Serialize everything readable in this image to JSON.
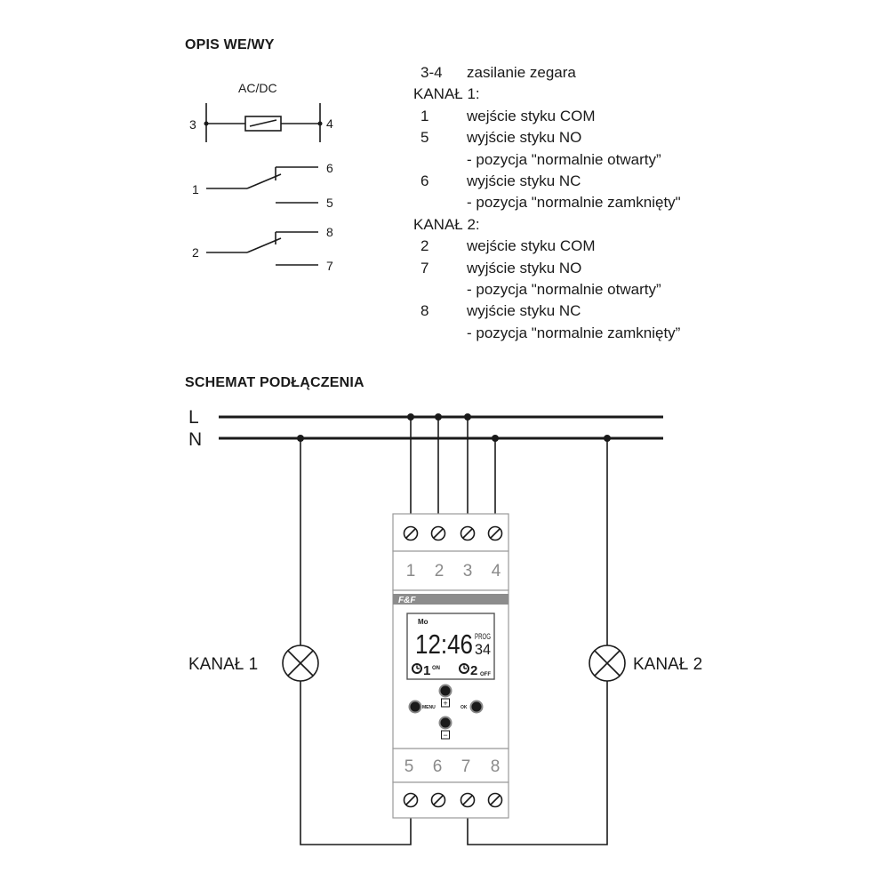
{
  "opis": {
    "heading": "OPIS WE/WY",
    "symbol": {
      "acdc": "AC/DC",
      "pins": [
        "3",
        "4",
        "6",
        "1",
        "5",
        "8",
        "2",
        "7"
      ]
    },
    "rows": [
      {
        "type": "pin",
        "pin": "3-4",
        "text": "zasilanie zegara"
      },
      {
        "type": "kanal",
        "text": "KANAŁ 1:"
      },
      {
        "type": "pin",
        "pin": "1",
        "text": "wejście styku COM"
      },
      {
        "type": "pin",
        "pin": "5",
        "text": "wyjście styku NO"
      },
      {
        "type": "sub",
        "text": "- pozycja \"normalnie otwarty”"
      },
      {
        "type": "pin",
        "pin": "6",
        "text": "wyjście styku NC"
      },
      {
        "type": "sub",
        "text": "- pozycja \"normalnie zamknięty\""
      },
      {
        "type": "kanal",
        "text": "KANAŁ 2:"
      },
      {
        "type": "pin",
        "pin": "2",
        "text": "wejście styku COM"
      },
      {
        "type": "pin",
        "pin": "7",
        "text": "wyjście styku NO"
      },
      {
        "type": "sub",
        "text": "- pozycja \"normalnie otwarty”"
      },
      {
        "type": "pin",
        "pin": "8",
        "text": "wyjście styku NC"
      },
      {
        "type": "sub",
        "text": "- pozycja \"normalnie zamknięty”"
      }
    ]
  },
  "schemat": {
    "heading": "SCHEMAT PODŁĄCZENIA",
    "line_l": "L",
    "line_n": "N",
    "kanal1": "KANAŁ 1",
    "kanal2": "KANAŁ 2",
    "top_terminals": [
      "1",
      "2",
      "3",
      "4"
    ],
    "bottom_terminals": [
      "5",
      "6",
      "7",
      "8"
    ],
    "brand": "F&F",
    "display": {
      "day": "Mo",
      "time": "12:46",
      "prog": "PROG",
      "prog_num": "34",
      "ch1": "1",
      "ch1_state": "ON",
      "ch2": "2",
      "ch2_state": "OFF"
    },
    "buttons": {
      "menu": "MENU",
      "ok": "OK",
      "plus": "+",
      "minus": "−"
    }
  }
}
